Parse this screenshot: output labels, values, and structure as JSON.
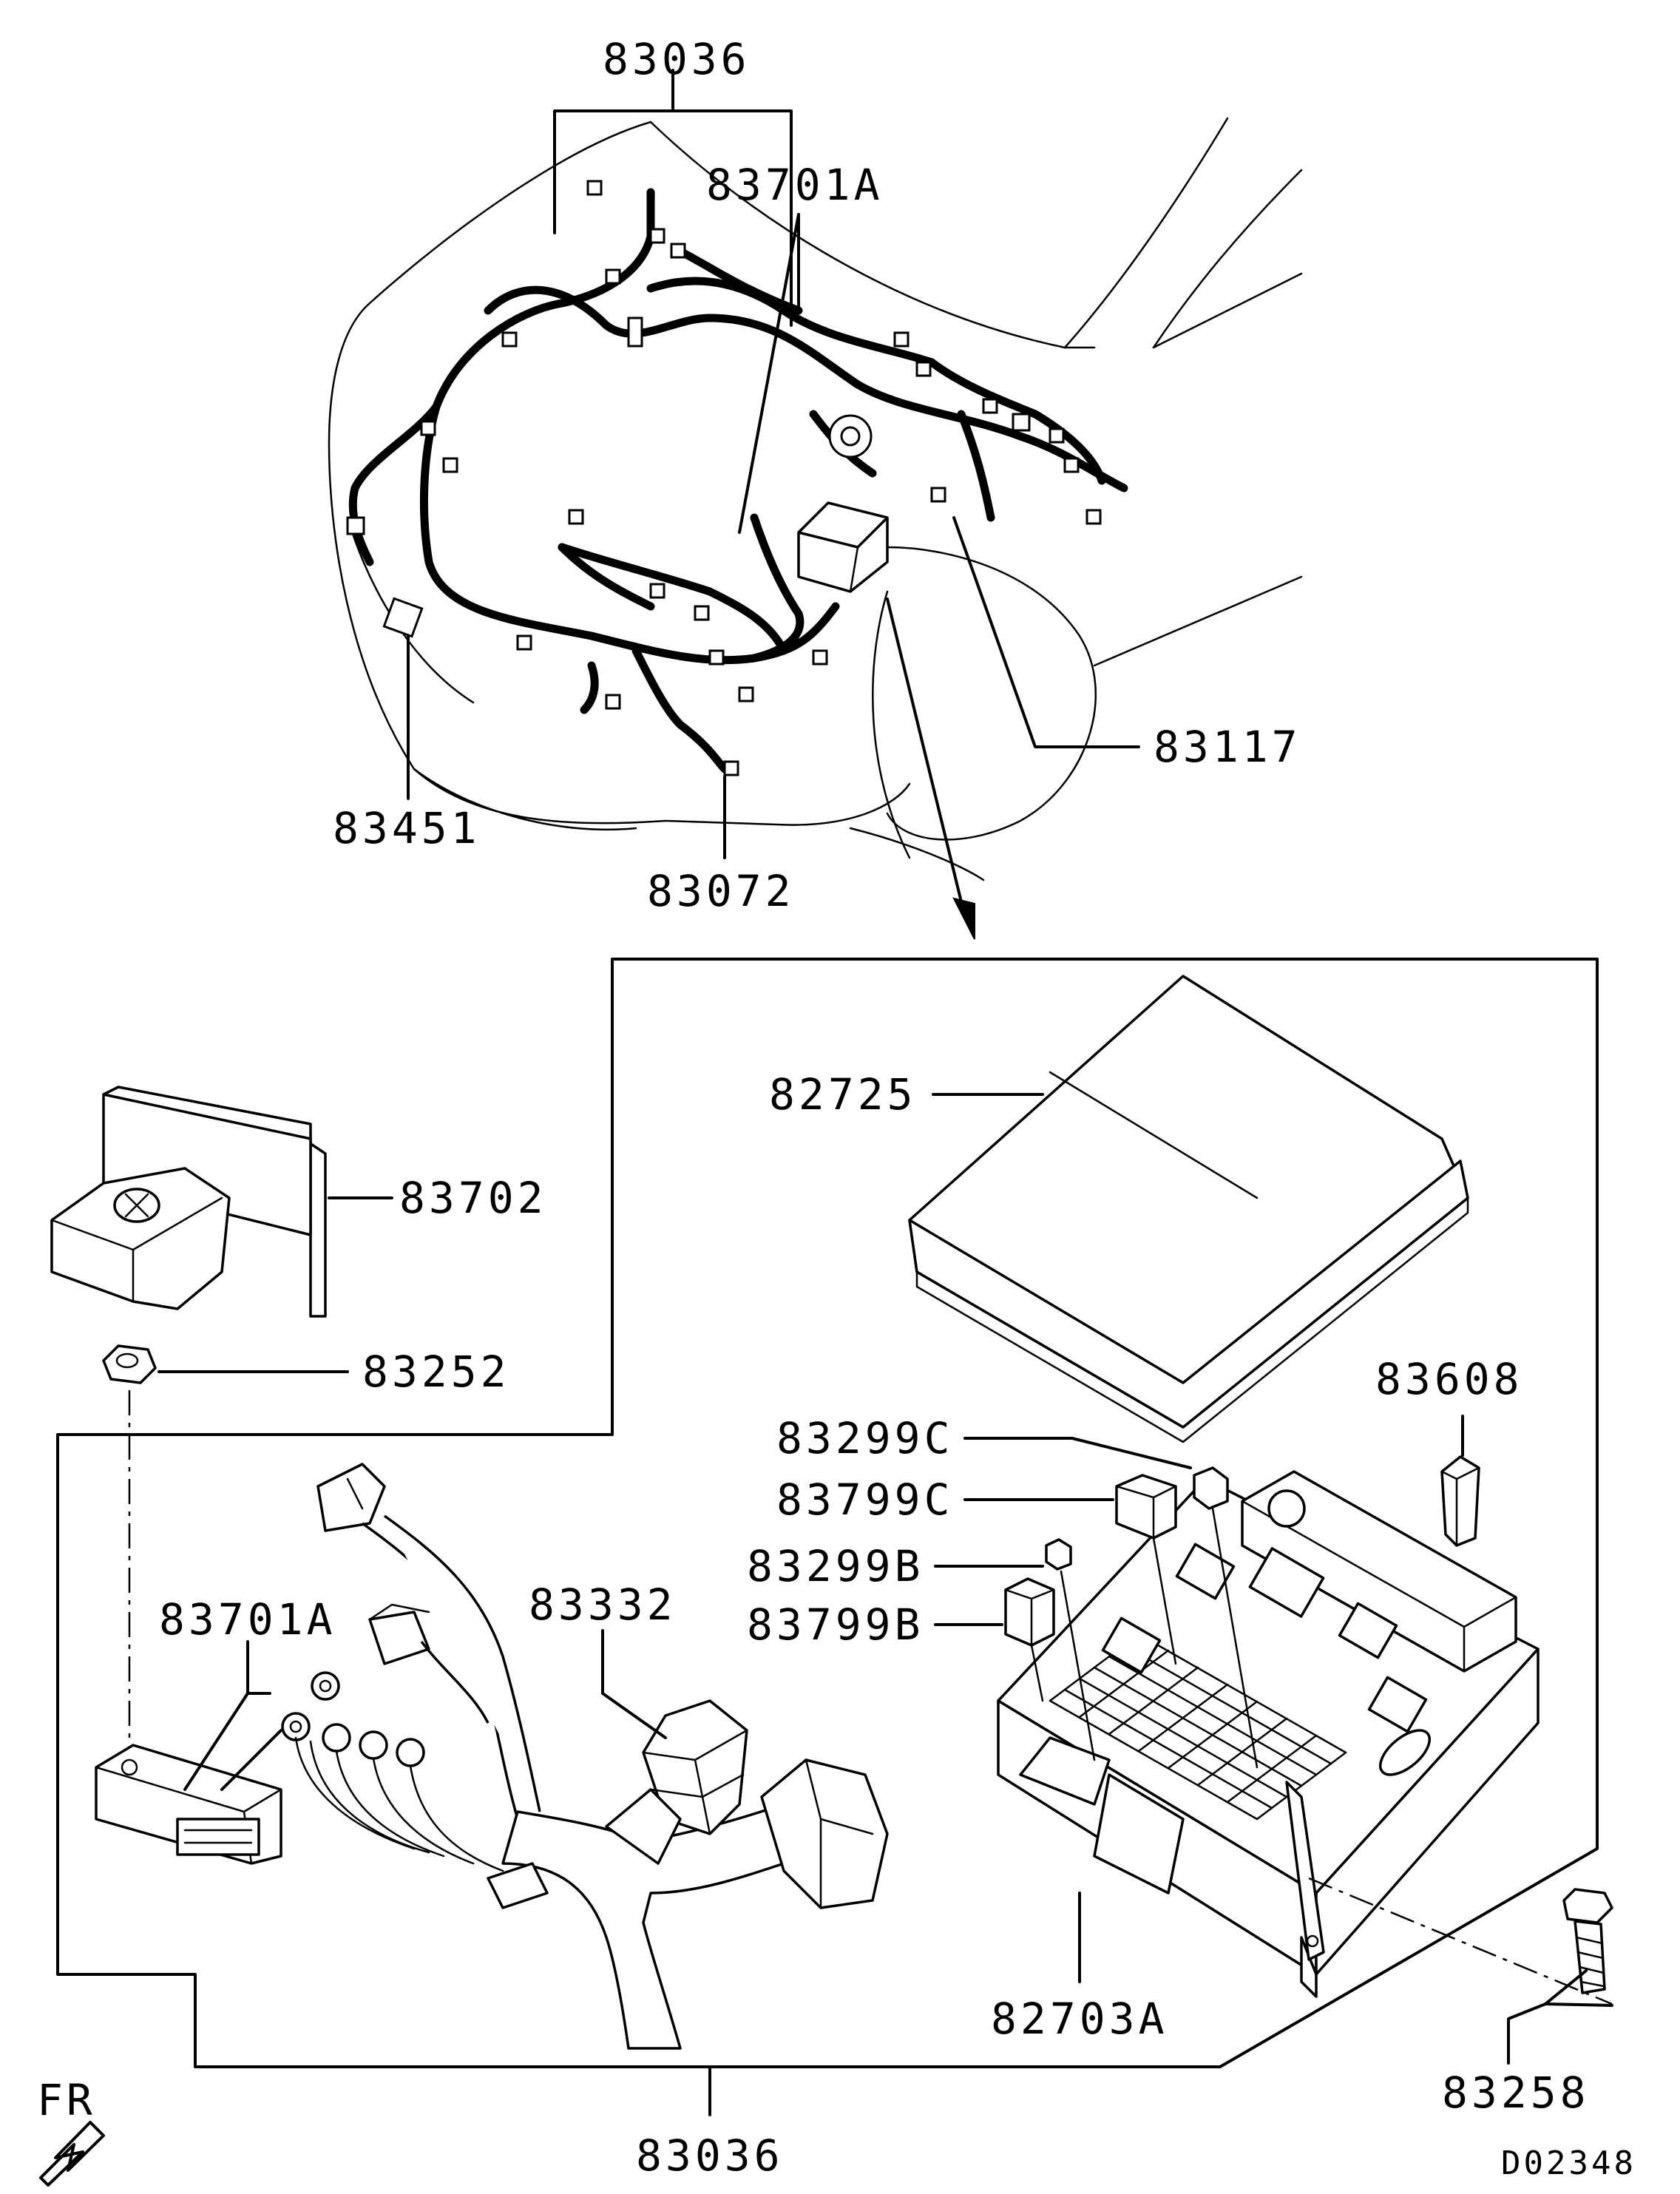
{
  "labels": {
    "top_harness": "83036",
    "top_connector_a": "83701A",
    "sensor_83117": "83117",
    "part_83451": "83451",
    "part_83072": "83072",
    "cover_82725": "82725",
    "relay_83702": "83702",
    "nut_83252": "83252",
    "fuse_83608": "83608",
    "fuse_83299c": "83299C",
    "relay_83799c": "83799C",
    "fuse_83299b": "83299B",
    "relay_83799b": "83799B",
    "bracket_83701a": "83701A",
    "grommet_83332": "83332",
    "box_82703a": "82703A",
    "bolt_83258": "83258",
    "bottom_harness": "83036",
    "direction": "FR",
    "diagram_code": "D02348"
  },
  "icons": {
    "direction_arrow": "fr-arrow-icon"
  }
}
